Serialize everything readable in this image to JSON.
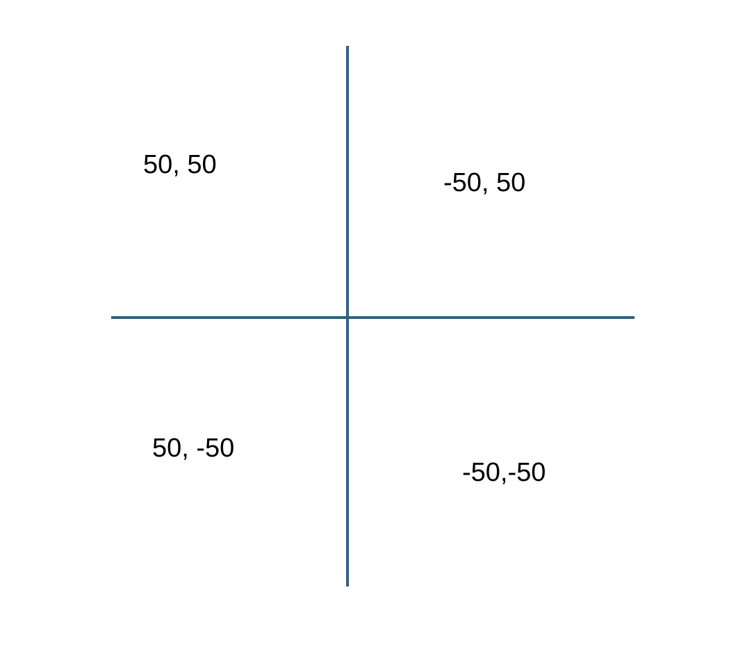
{
  "diagram": {
    "axis_color": "#33607f",
    "text_color": "#000000",
    "quadrant_labels": {
      "top_left": "50, 50",
      "top_right": "-50, 50",
      "bottom_left": "50, -50",
      "bottom_right": "-50,-50"
    }
  }
}
